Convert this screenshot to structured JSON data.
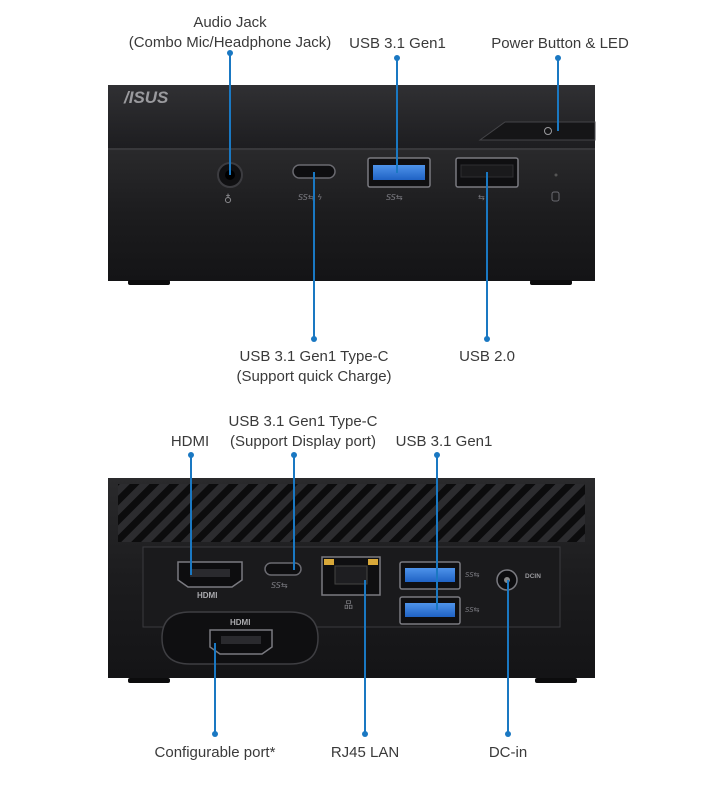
{
  "front": {
    "brand": "/ISUS",
    "labels": {
      "audio_jack": [
        "Audio Jack",
        "(Combo Mic/Headphone Jack)"
      ],
      "usb31_gen1": [
        "USB 3.1 Gen1"
      ],
      "power_button": [
        "Power Button & LED"
      ],
      "usb31_typec": [
        "USB 3.1 Gen1 Type-C",
        "(Support quick Charge)"
      ],
      "usb20": [
        "USB 2.0"
      ]
    }
  },
  "rear": {
    "port_text": {
      "hdmi": "HDMI",
      "hdmi_config": "HDMI",
      "dcin": "DCIN"
    },
    "labels": {
      "hdmi": [
        "HDMI"
      ],
      "usb31_typec": [
        "USB 3.1 Gen1 Type-C",
        "(Support Display port)"
      ],
      "usb31_gen1": [
        "USB 3.1 Gen1"
      ],
      "configurable_port": [
        "Configurable port*"
      ],
      "rj45_lan": [
        "RJ45 LAN"
      ],
      "dc_in": [
        "DC-in"
      ]
    }
  },
  "colors": {
    "accent": "#1a78c2",
    "chassis": "#1c1c1e",
    "usb3_blue": "#2f78d6"
  }
}
